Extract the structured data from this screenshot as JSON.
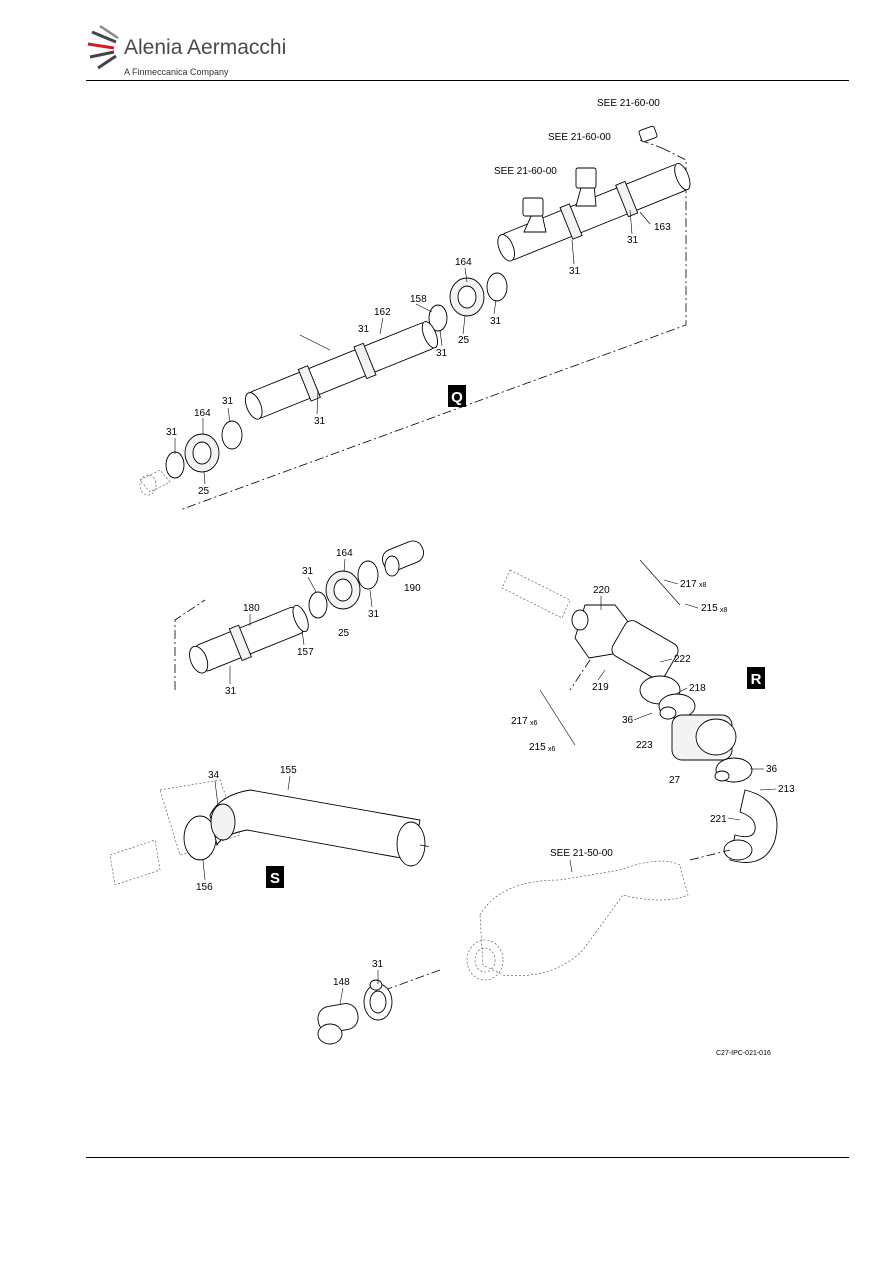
{
  "header": {
    "brand_name": "Alenia Aermacchi",
    "tagline": "A Finmeccanica Company",
    "logo_color": "#d71920"
  },
  "figure": {
    "reference_code": "C27-IPC-021-016",
    "views": [
      "Q",
      "R",
      "S"
    ],
    "see_refs": {
      "r1": "SEE 21-60-00",
      "r2": "SEE 21-60-00",
      "r3": "SEE 21-60-00",
      "r4": "SEE 21-50-00"
    },
    "callouts": {
      "c163": "163",
      "c31a": "31",
      "c31b": "31",
      "c31c": "31",
      "c164a": "164",
      "c158": "158",
      "c162": "162",
      "c31d": "31",
      "c31e": "31",
      "c25a": "25",
      "c31f": "31",
      "c164b": "164",
      "c31g": "31",
      "c31h": "31",
      "c25b": "25",
      "c190": "190",
      "c164c": "164",
      "c31i": "31",
      "c180": "180",
      "c31j": "31",
      "c157": "157",
      "c25c": "25",
      "c31k": "31",
      "c220": "220",
      "c217a": "217",
      "x8a": "x8",
      "c215a": "215",
      "x8b": "x8",
      "c222": "222",
      "c219": "219",
      "c218": "218",
      "c217b": "217",
      "x6a": "x6",
      "c36a": "36",
      "c215b": "215",
      "x6b": "x6",
      "c223": "223",
      "c27": "27",
      "c36b": "36",
      "c213": "213",
      "c221": "221",
      "c34": "34",
      "c155": "155",
      "c156": "156",
      "c31l": "31",
      "c148": "148"
    }
  }
}
